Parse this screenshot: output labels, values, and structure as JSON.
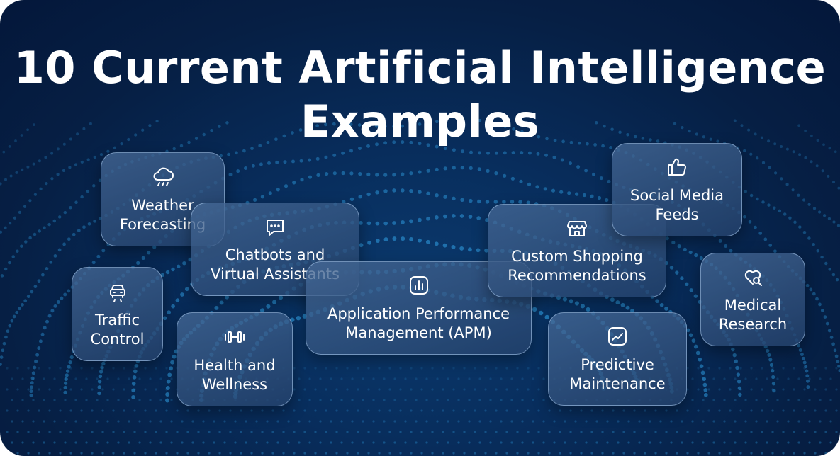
{
  "page": {
    "title_line1": "10 Current Artificial Intelligence",
    "title_line2": "Examples"
  },
  "cards": {
    "weather": {
      "line1": "Weather",
      "line2": "Forecasting",
      "icon": "cloud-rain-icon"
    },
    "chatbots": {
      "line1": "Chatbots and",
      "line2": "Virtual Assistants",
      "icon": "chat-bubble-icon"
    },
    "traffic": {
      "line1": "Traffic",
      "line2": "Control",
      "icon": "car-icon"
    },
    "health": {
      "line1": "Health and",
      "line2": "Wellness",
      "icon": "dumbbell-icon"
    },
    "apm": {
      "line1": "Application Performance",
      "line2": "Management (APM)",
      "icon": "bar-chart-icon"
    },
    "shopping": {
      "line1": "Custom Shopping",
      "line2": "Recommendations",
      "icon": "storefront-icon"
    },
    "social": {
      "line1": "Social Media",
      "line2": "Feeds",
      "icon": "thumbs-up-icon"
    },
    "predictive": {
      "line1": "Predictive",
      "line2": "Maintenance",
      "icon": "trend-line-icon"
    },
    "medical": {
      "line1": "Medical",
      "line2": "Research",
      "icon": "heart-search-icon"
    }
  },
  "colors": {
    "background": "#061f44",
    "card": "#2f5686",
    "dots": "#2a8fd0",
    "text": "#ffffff"
  }
}
